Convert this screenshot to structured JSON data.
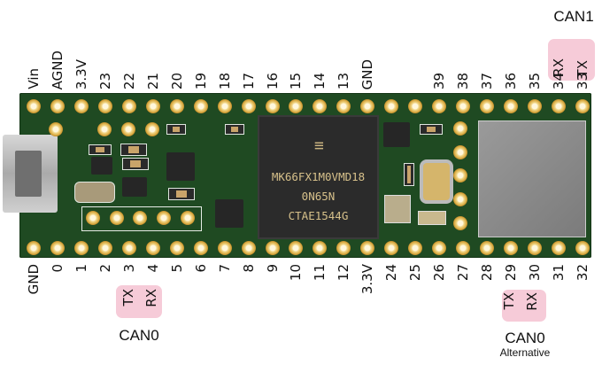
{
  "top_pins": [
    "Vin",
    "AGND",
    "3.3V",
    "23",
    "22",
    "21",
    "20",
    "19",
    "18",
    "17",
    "16",
    "15",
    "14",
    "13",
    "GND",
    "",
    "",
    "39",
    "38",
    "37",
    "36",
    "35",
    "34",
    "33"
  ],
  "bottom_pins": [
    "GND",
    "0",
    "1",
    "2",
    "3",
    "4",
    "5",
    "6",
    "7",
    "8",
    "9",
    "10",
    "11",
    "12",
    "3.3V",
    "24",
    "25",
    "26",
    "27",
    "28",
    "29",
    "30",
    "31",
    "32"
  ],
  "can1": {
    "title": "CAN1",
    "rx": "RX",
    "tx": "TX"
  },
  "can0": {
    "title": "CAN0",
    "tx": "TX",
    "rx": "RX"
  },
  "can0_alt": {
    "title": "CAN0",
    "subtitle": "Alternative",
    "tx": "TX",
    "rx": "RX"
  },
  "chip": {
    "line1": "MK66FX1M0VMD18",
    "line2": "0N65N",
    "line3": "CTAE1544G"
  },
  "colors": {
    "highlight": "#f6cbd8",
    "board": "#1f4a22",
    "pad": "#d7a63c"
  }
}
